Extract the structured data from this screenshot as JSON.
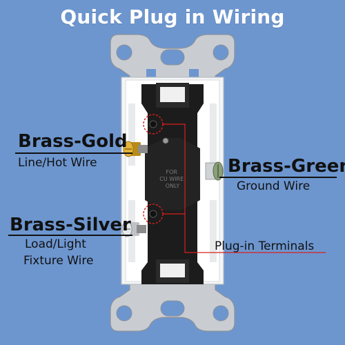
{
  "title": "Quick Plug in Wiring",
  "labels": {
    "brass_gold": "Brass-Gold",
    "line_hot": "Line/Hot Wire",
    "brass_green": "Brass-Green",
    "ground": "Ground Wire",
    "brass_silver": "Brass-Silver",
    "load_line1": "Load/Light",
    "load_line2": "Fixture Wire",
    "plugin": "Plug-in Terminals"
  },
  "switch_marking": [
    "FOR",
    "CU WIRE",
    "ONLY"
  ],
  "colors": {
    "background": "#6d96cf",
    "title": "#ffffff",
    "callout_red": "#d8201c",
    "brass_gold": "#d9a521",
    "switch_body": "#1c1c1c",
    "faceplate": "#ffffff",
    "strap": "#c9cdd2"
  }
}
